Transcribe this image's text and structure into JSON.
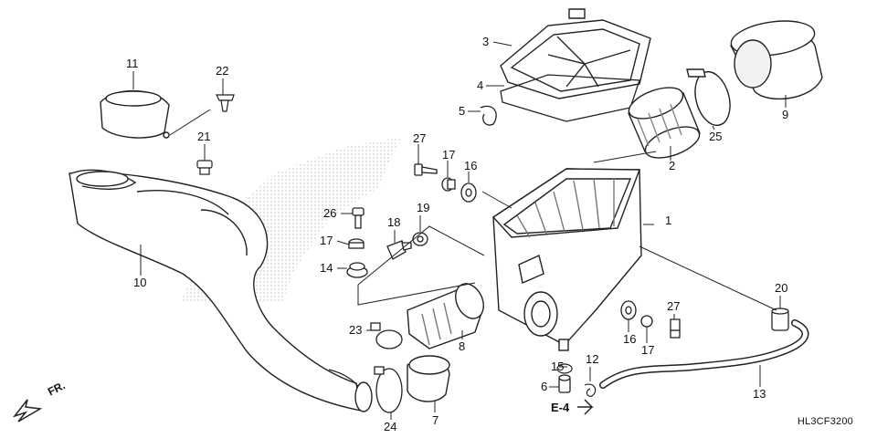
{
  "diagram": {
    "drawing_code": "HL3CF3200",
    "reference_mark": "E-4",
    "direction_mark": "FR.",
    "callouts": [
      {
        "id": "p1",
        "label": "1"
      },
      {
        "id": "p2",
        "label": "2"
      },
      {
        "id": "p3",
        "label": "3"
      },
      {
        "id": "p4",
        "label": "4"
      },
      {
        "id": "p5",
        "label": "5"
      },
      {
        "id": "p6",
        "label": "6"
      },
      {
        "id": "p7",
        "label": "7"
      },
      {
        "id": "p8",
        "label": "8"
      },
      {
        "id": "p9",
        "label": "9"
      },
      {
        "id": "p10",
        "label": "10"
      },
      {
        "id": "p11",
        "label": "11"
      },
      {
        "id": "p12",
        "label": "12"
      },
      {
        "id": "p13",
        "label": "13"
      },
      {
        "id": "p14",
        "label": "14"
      },
      {
        "id": "p15",
        "label": "15"
      },
      {
        "id": "p16a",
        "label": "16"
      },
      {
        "id": "p16b",
        "label": "16"
      },
      {
        "id": "p17a",
        "label": "17"
      },
      {
        "id": "p17b",
        "label": "17"
      },
      {
        "id": "p17c",
        "label": "17"
      },
      {
        "id": "p18",
        "label": "18"
      },
      {
        "id": "p19",
        "label": "19"
      },
      {
        "id": "p20",
        "label": "20"
      },
      {
        "id": "p21",
        "label": "21"
      },
      {
        "id": "p22",
        "label": "22"
      },
      {
        "id": "p23",
        "label": "23"
      },
      {
        "id": "p24",
        "label": "24"
      },
      {
        "id": "p25",
        "label": "25"
      },
      {
        "id": "p26",
        "label": "26"
      },
      {
        "id": "p27a",
        "label": "27"
      },
      {
        "id": "p27b",
        "label": "27"
      }
    ]
  }
}
